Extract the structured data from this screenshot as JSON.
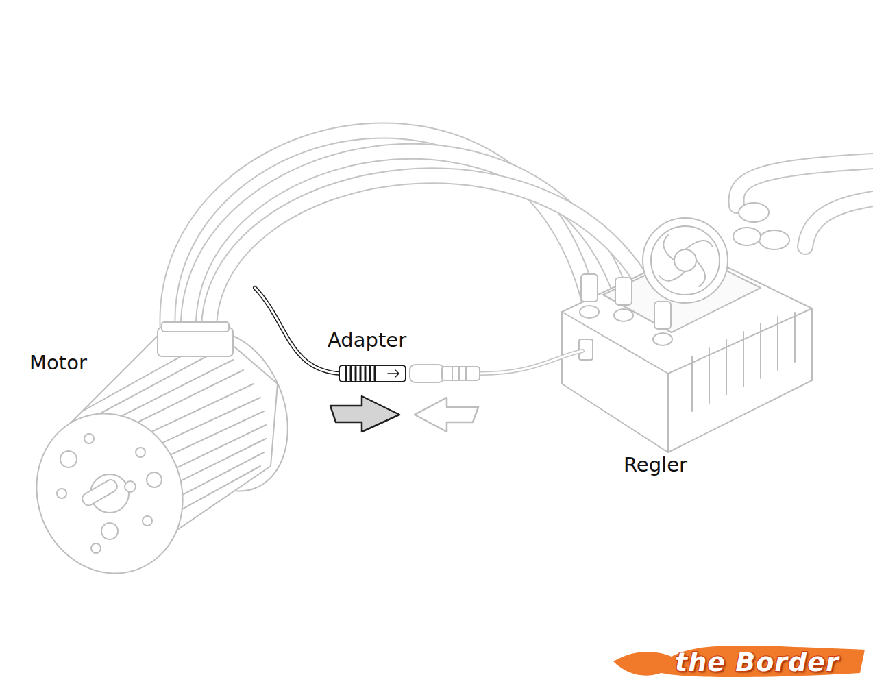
{
  "diagram": {
    "labels": [
      "Motor",
      "Adapter",
      "Regler",
      "the Border"
    ]
  }
}
